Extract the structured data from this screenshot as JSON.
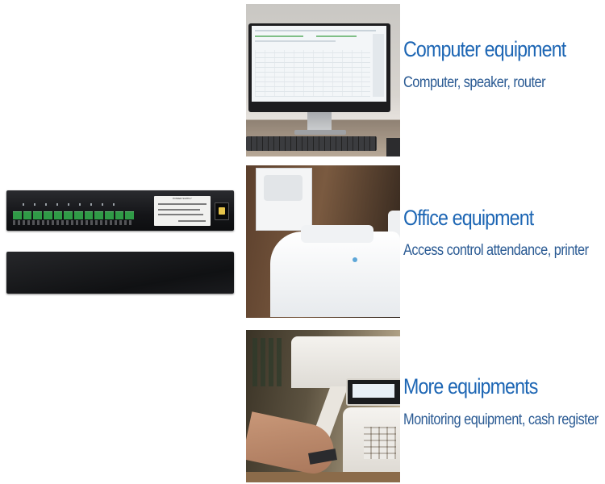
{
  "sections": [
    {
      "title": "Computer equipment",
      "subtitle": "Computer, speaker, router"
    },
    {
      "title": "Office equipment",
      "subtitle": "Access control attendance, printer"
    },
    {
      "title": "More equipments",
      "subtitle": "Monitoring equipment, cash register"
    }
  ],
  "product": {
    "label_title": "POWER SUPPLY"
  },
  "colors": {
    "title": "#1d66b4",
    "subtitle": "#2a5a93",
    "terminal_green": "#2f9a46"
  }
}
